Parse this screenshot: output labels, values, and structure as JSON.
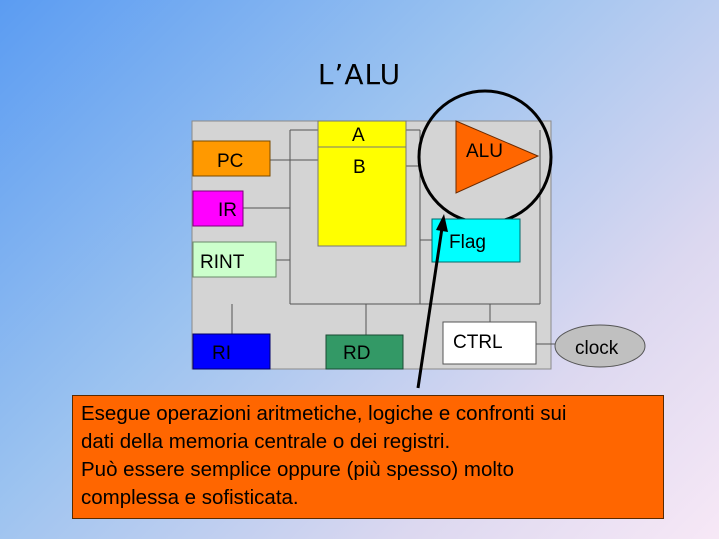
{
  "title": "L’ALU",
  "diagram": {
    "registers": {
      "pc": "PC",
      "ir": "IR",
      "rint": "RINT",
      "ri": "RI",
      "rd": "RD"
    },
    "ab_block": {
      "a": "A",
      "b": "B"
    },
    "alu": "ALU",
    "flag": "Flag",
    "ctrl": "CTRL",
    "clock": "clock"
  },
  "description": {
    "lines": [
      "Esegue operazioni aritmetiche, logiche e confronti sui",
      "dati della memoria centrale o dei registri.",
      "Può essere semplice oppure (più spesso) molto",
      "complessa e sofisticata."
    ]
  },
  "colors": {
    "panel": "#d4d4d4",
    "pc": "#ff9900",
    "ir": "#ff00ff",
    "rint": "#ccffcc",
    "ri": "#0000ff",
    "rd": "#339966",
    "ab": "#ffff00",
    "alu": "#ff6600",
    "flag": "#00ffff",
    "ctrl": "#ffffff",
    "clock": "#c0c0c0",
    "description": "#ff6600"
  }
}
